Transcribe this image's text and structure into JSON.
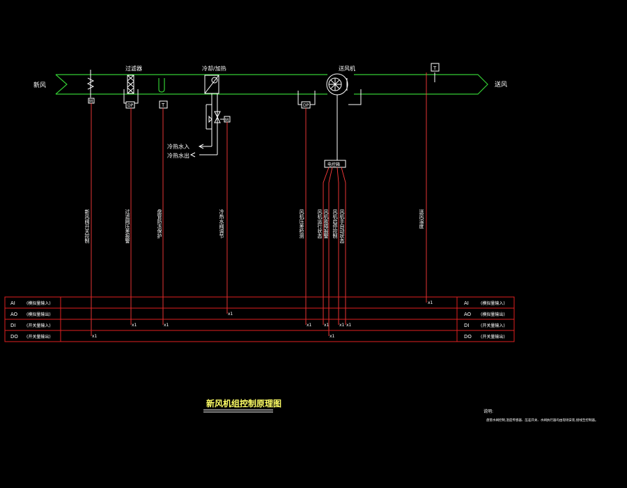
{
  "colors": {
    "background": "#000000",
    "duct": "#33cc33",
    "signal": "#ff3b3b",
    "table": "#e02020",
    "equipment": "#ffffff",
    "title": "#ffff66"
  },
  "duct": {
    "inlet_label": "新风",
    "outlet_label": "送风",
    "filter_label": "过滤器",
    "coil_label": "冷却/加热",
    "fan_label": "送风机"
  },
  "sensors": {
    "damper_tag": "M",
    "filter_dp": "DP",
    "temp_tag": "T",
    "valve_tag": "M",
    "fan_dp": "DP",
    "supply_temp": "T",
    "control_box": "电控箱"
  },
  "water": {
    "supply": "冷热水入",
    "return": "冷热水出"
  },
  "signals": [
    "新风阀开关控制",
    "过滤网压差报警",
    "盘管防冻保护",
    "冷热水阀调节",
    "风机压差检测",
    "风机运行状态",
    "风机故障报警",
    "风机启停控制",
    "风机手自动状态",
    "送风温度"
  ],
  "table": {
    "left": [
      {
        "code": "AI",
        "desc": "(模拟量输入)"
      },
      {
        "code": "AO",
        "desc": "(模拟量输出)"
      },
      {
        "code": "DI",
        "desc": "(开关量输入)"
      },
      {
        "code": "DO",
        "desc": "(开关量输出)"
      }
    ],
    "right": [
      {
        "code": "AI",
        "desc": "(模拟量输入)"
      },
      {
        "code": "AO",
        "desc": "(模拟量输出)"
      },
      {
        "code": "DI",
        "desc": "(开关量输入)"
      },
      {
        "code": "DO",
        "desc": "(开关量输出)"
      }
    ],
    "marks": {
      "ai_temp": "x1",
      "ao_valve": "x1",
      "di_filter": "x1",
      "di_frost": "x1",
      "di_dp": "x1",
      "di_run": "x1",
      "di_fault": "x1",
      "di_auto": "x1",
      "do_damper": "x1",
      "do_start": "x1"
    }
  },
  "title": "新风机组控制原理图",
  "notes": {
    "heading": "说明:",
    "text": "盘管水阀控制,温度传感器、压差开关、水阀执行器均由现场安装,接线至控制器。"
  }
}
